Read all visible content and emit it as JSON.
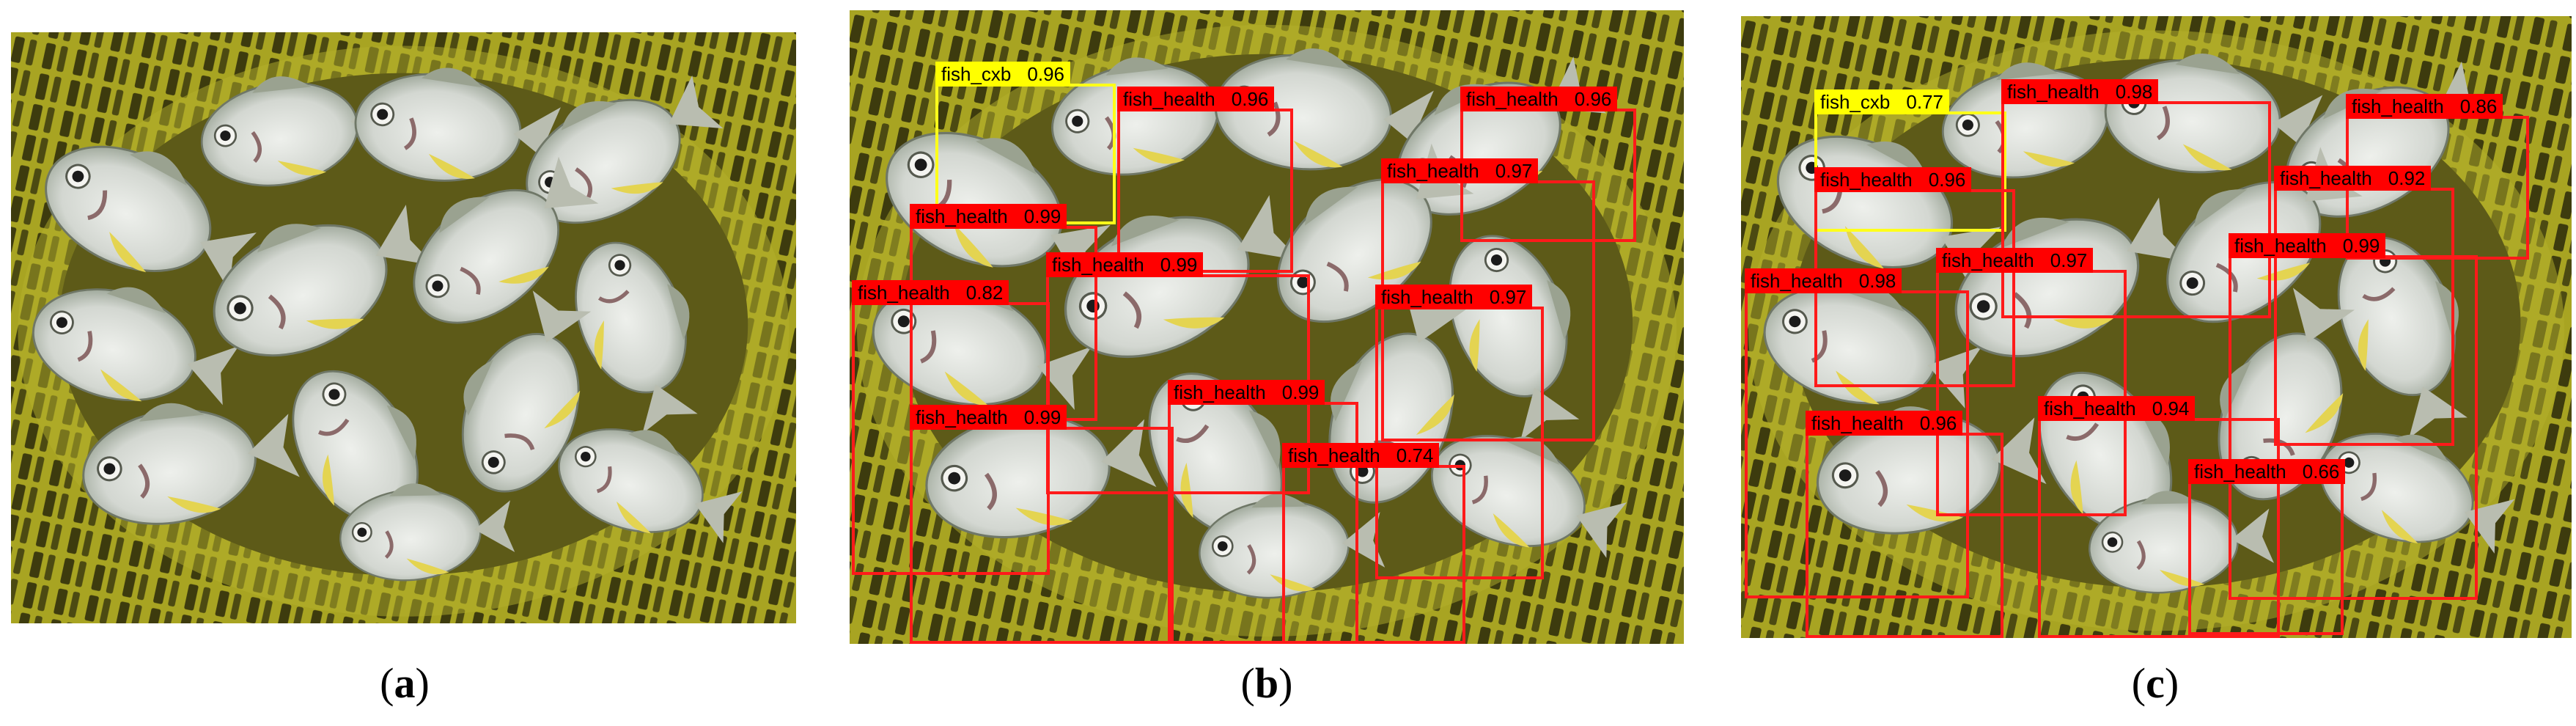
{
  "captions": [
    {
      "id": "a",
      "open": "(",
      "letter": "a",
      "close": ")"
    },
    {
      "id": "b",
      "open": "(",
      "letter": "b",
      "close": ")"
    },
    {
      "id": "c",
      "open": "(",
      "letter": "c",
      "close": ")"
    }
  ],
  "colors": {
    "fish_health": "#ff0000",
    "fish_cxb": "#ffff00",
    "basket": "#a8a422",
    "basket_dark": "#4c4a12",
    "fish_body": "#d9dcd7",
    "fish_back": "#8f9a8a",
    "fin_yellow": "#e4d451"
  },
  "panel_b": {
    "detections": [
      {
        "label": "fish_cxb",
        "score": "0.96"
      },
      {
        "label": "fish_health",
        "score": "0.96"
      },
      {
        "label": "fish_health",
        "score": "0.96"
      },
      {
        "label": "fish_health",
        "score": "0.97"
      },
      {
        "label": "fish_health",
        "score": "0.99"
      },
      {
        "label": "fish_health",
        "score": "0.99"
      },
      {
        "label": "fish_health",
        "score": "0.82"
      },
      {
        "label": "fish_health",
        "score": "0.97"
      },
      {
        "label": "fish_health",
        "score": "0.99"
      },
      {
        "label": "fish_health",
        "score": "0.99"
      },
      {
        "label": "fish_health",
        "score": "0.74"
      }
    ]
  },
  "panel_c": {
    "detections": [
      {
        "label": "fish_cxb",
        "score": "0.77"
      },
      {
        "label": "fish_health",
        "score": "0.98"
      },
      {
        "label": "fish_health",
        "score": "0.86"
      },
      {
        "label": "fish_health",
        "score": "0.96"
      },
      {
        "label": "fish_health",
        "score": "0.92"
      },
      {
        "label": "fish_health",
        "score": "0.99"
      },
      {
        "label": "fish_health",
        "score": "0.98"
      },
      {
        "label": "fish_health",
        "score": "0.97"
      },
      {
        "label": "fish_health",
        "score": "0.96"
      },
      {
        "label": "fish_health",
        "score": "0.94"
      },
      {
        "label": "fish_health",
        "score": "0.66"
      }
    ]
  }
}
